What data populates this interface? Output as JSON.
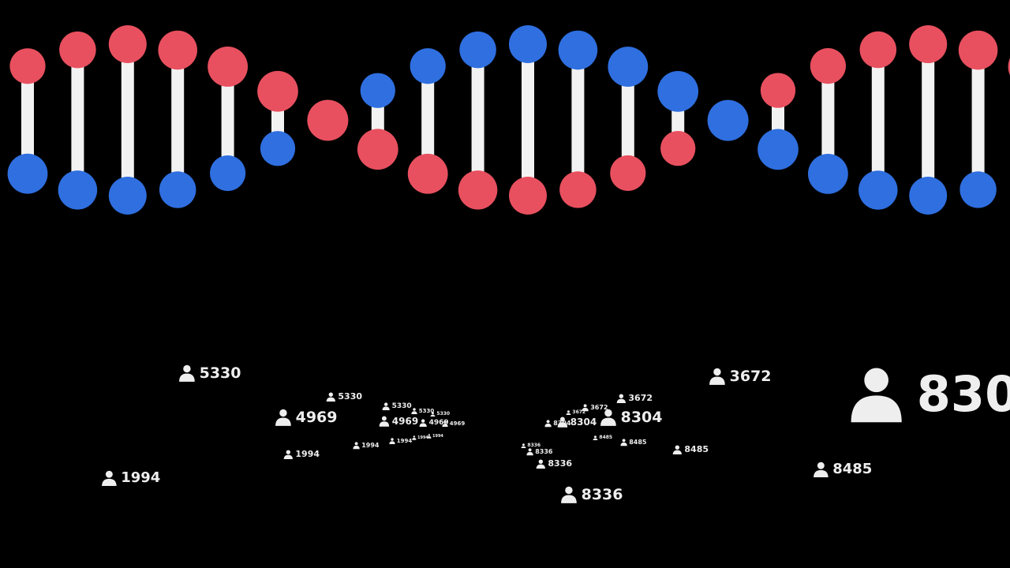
{
  "colors": {
    "background": "#000000",
    "strand_a": "#e8505f",
    "strand_b": "#2f6fe0",
    "rung": "#f2f2f2",
    "text": "#eeeeee"
  },
  "icon": "person-icon",
  "labels": [
    "5330",
    "4969",
    "1994",
    "3672",
    "8304",
    "8485",
    "8336",
    "830"
  ]
}
